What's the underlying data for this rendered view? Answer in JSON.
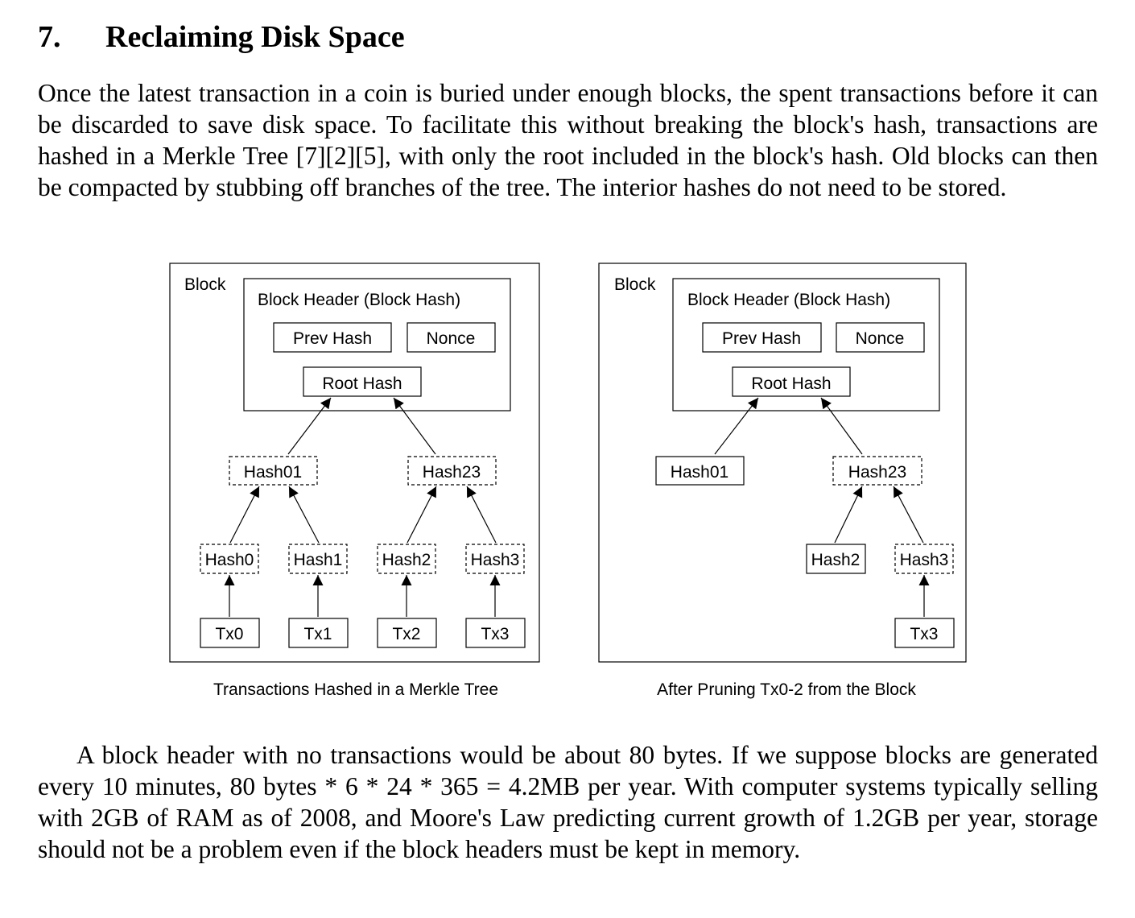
{
  "section": {
    "number": "7.",
    "title": "Reclaiming Disk Space"
  },
  "paragraphs": [
    "Once the latest transaction in a coin is buried under enough blocks, the spent transactions before it can be discarded to save disk space.  To facilitate this without breaking the block's hash, transactions are hashed in a Merkle Tree [7][2][5], with only the root included in the block's hash. Old blocks can then be compacted by stubbing off branches of the tree.  The interior hashes do not need to be stored.",
    "A block header with no transactions would be about 80 bytes.  If we suppose blocks are generated every 10 minutes, 80 bytes * 6 * 24 * 365 = 4.2MB per year.  With computer systems typically selling with 2GB of RAM as of 2008, and Moore's Law predicting current growth of 1.2GB per year, storage should not be a problem even if the block headers must be kept in memory."
  ],
  "figures": [
    {
      "caption": "Transactions Hashed in a Merkle Tree",
      "block_label": "Block",
      "header_label": "Block Header (Block Hash)",
      "prev_hash": "Prev Hash",
      "nonce": "Nonce",
      "root_hash": "Root Hash",
      "hash01": "Hash01",
      "hash23": "Hash23",
      "hash0": "Hash0",
      "hash1": "Hash1",
      "hash2": "Hash2",
      "hash3": "Hash3",
      "tx0": "Tx0",
      "tx1": "Tx1",
      "tx2": "Tx2",
      "tx3": "Tx3"
    },
    {
      "caption": "After Pruning Tx0-2 from the Block",
      "block_label": "Block",
      "header_label": "Block Header (Block Hash)",
      "prev_hash": "Prev Hash",
      "nonce": "Nonce",
      "root_hash": "Root Hash",
      "hash01": "Hash01",
      "hash23": "Hash23",
      "hash2": "Hash2",
      "hash3": "Hash3",
      "tx3": "Tx3"
    }
  ]
}
